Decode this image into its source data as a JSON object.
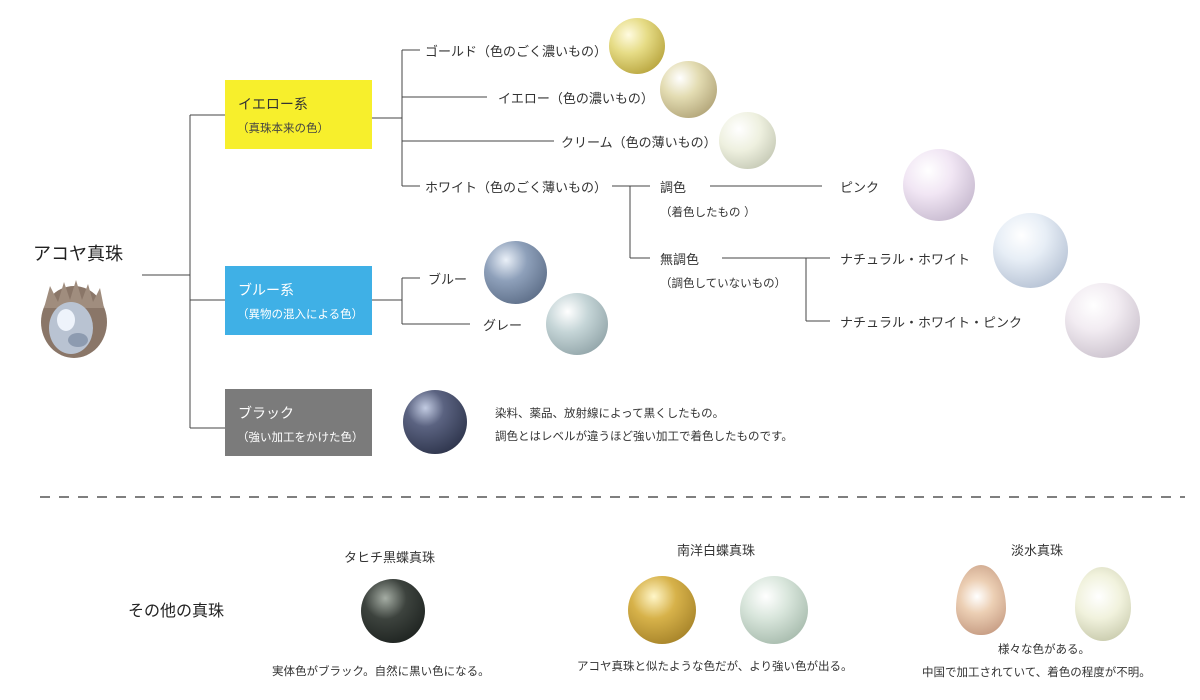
{
  "root": {
    "label": "アコヤ真珠"
  },
  "groups": {
    "yellow": {
      "name": "イエロー系",
      "sub": "（真珠本来の色）",
      "color": "#f7ef2c"
    },
    "blue": {
      "name": "ブルー系",
      "sub": "（異物の混入による色）",
      "color": "#3fb0e6"
    },
    "black": {
      "name": "ブラック",
      "sub": "（強い加工をかけた色）",
      "color": "#7b7b7b"
    }
  },
  "yellow_items": [
    {
      "label": "ゴールド（色のごく濃いもの）",
      "pearl": "gold-pearl"
    },
    {
      "label": "イエロー（色の濃いもの）",
      "pearl": "yellow-pearl"
    },
    {
      "label": "クリーム（色の薄いもの）",
      "pearl": "cream-pearl"
    },
    {
      "label": "ホワイト（色のごく薄いもの）"
    }
  ],
  "white_split": {
    "dyed": {
      "label": "調色",
      "sub": "（着色したもの ）",
      "result": "ピンク"
    },
    "undyed": {
      "label": "無調色",
      "sub": "（調色していないもの）",
      "results": [
        "ナチュラル・ホワイト",
        "ナチュラル・ホワイト・ピンク"
      ]
    }
  },
  "blue_items": [
    {
      "label": "ブルー"
    },
    {
      "label": "グレー"
    }
  ],
  "black_notes": [
    "染料、薬品、放射線によって黒くしたもの。",
    "調色とはレベルが違うほど強い加工で着色したものです。"
  ],
  "others": {
    "title": "その他の真珠",
    "tahiti": {
      "name": "タヒチ黒蝶真珠",
      "desc": "実体色がブラック。自然に黒い色になる。"
    },
    "south_sea": {
      "name": "南洋白蝶真珠",
      "desc": "アコヤ真珠と似たような色だが、より強い色が出る。"
    },
    "freshwater": {
      "name": "淡水真珠",
      "desc1": "様々な色がある。",
      "desc2": "中国で加工されていて、着色の程度が不明。"
    }
  }
}
